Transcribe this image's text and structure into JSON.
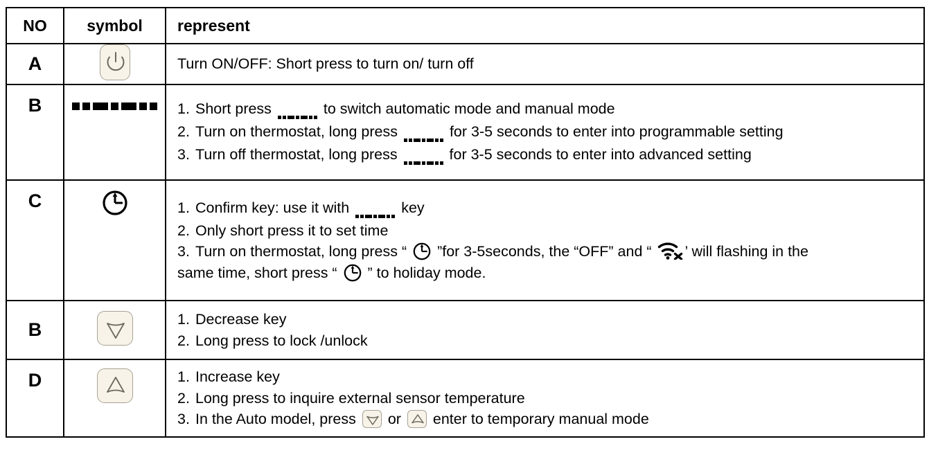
{
  "table": {
    "headers": {
      "no": "NO",
      "symbol": "symbol",
      "represent": "represent"
    },
    "rows": [
      {
        "no": "A",
        "symbol_icon": "power-button-icon",
        "lines": [
          {
            "text": "Turn ON/OFF: Short press to turn on/ turn off"
          }
        ]
      },
      {
        "no": "B",
        "symbol_icon": "menu-grid-icon",
        "lines": [
          {
            "num": "1.",
            "pre": "Short press ",
            "icon": "menu-grid-icon",
            "post": " to switch automatic mode and manual mode"
          },
          {
            "num": "2.",
            "pre": "Turn on thermostat, long press ",
            "icon": "menu-grid-icon",
            "post": " for 3-5 seconds to enter into programmable setting"
          },
          {
            "num": "3.",
            "pre": "Turn off thermostat, long press ",
            "icon": "menu-grid-icon",
            "post": " for 3-5 seconds to enter into advanced setting"
          }
        ]
      },
      {
        "no": "C",
        "symbol_icon": "clock-icon",
        "lines": [
          {
            "num": "1.",
            "pre": "Confirm key: use it with ",
            "icon": "menu-grid-icon",
            "post": " key"
          },
          {
            "num": "2.",
            "pre": "Only short press it to set time",
            "icon": null,
            "post": ""
          },
          {
            "num": "3.",
            "pre": "Turn on thermostat, long press “ ",
            "icon": "clock-icon",
            "mid": " ”for 3-5seconds, the “OFF” and “ ",
            "icon2": "wifi-off-icon",
            "post": "’ will flashing in the"
          },
          {
            "num": "",
            "pre": "same time, short press “ ",
            "icon": "clock-icon",
            "post": " ” to holiday mode."
          }
        ]
      },
      {
        "no": "B",
        "symbol_icon": "arrow-down-key-icon",
        "lines": [
          {
            "num": "1.",
            "pre": "Decrease key"
          },
          {
            "num": "2.",
            "pre": "Long press to lock /unlock"
          }
        ]
      },
      {
        "no": "D",
        "symbol_icon": "arrow-up-key-icon",
        "lines": [
          {
            "num": "1.",
            "pre": "Increase key"
          },
          {
            "num": "2.",
            "pre": "Long press to inquire external sensor temperature"
          },
          {
            "num": "3.",
            "pre": "In the Auto model, press ",
            "icon": "arrow-down-key-icon",
            "mid": " or ",
            "icon2": "arrow-up-key-icon",
            "post": " enter to temporary manual mode"
          }
        ]
      }
    ]
  },
  "colors": {
    "border": "#000000",
    "text": "#000000",
    "keycap_fill": "#f7f3e8",
    "keycap_stroke": "#a8a294",
    "background": "#ffffff"
  }
}
